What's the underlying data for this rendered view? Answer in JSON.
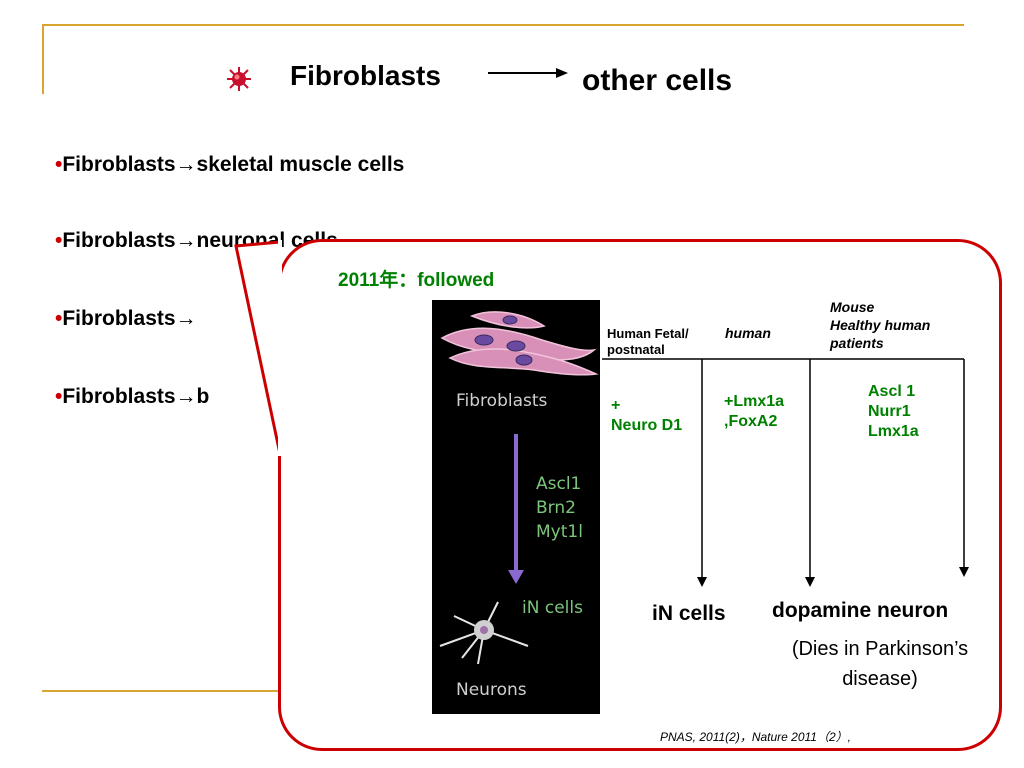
{
  "slide": {
    "title_left": "Fibroblasts",
    "title_right": "other cells",
    "bullet_marker": "•",
    "bullets": [
      "Fibroblasts→skeletal muscle cells",
      "Fibroblasts→neuronal cells",
      "Fibroblasts→",
      "Fibroblasts→b"
    ]
  },
  "callout": {
    "heading": "2011年：followed",
    "photo": {
      "top_label": "Fibroblasts",
      "factors": [
        "Ascl1",
        "Brn2",
        "Myt1l"
      ],
      "arrow_label": "iN cells",
      "bottom_label": "Neurons"
    },
    "columns": {
      "col1_header": [
        "Human Fetal/",
        "postnatal"
      ],
      "col2_header": "human",
      "col3_header": [
        "Mouse",
        "Healthy human",
        "patients"
      ]
    },
    "factors": {
      "col1": [
        "+",
        "Neuro D1"
      ],
      "col2": [
        "+Lmx1a",
        ",FoxA2"
      ],
      "col3": [
        "Ascl 1",
        "Nurr1",
        "Lmx1a"
      ]
    },
    "outcomes": {
      "in_cells": "iN cells",
      "dopamine": "dopamine neuron",
      "note_line1": "(Dies in Parkinson’s",
      "note_line2": "disease)"
    },
    "citation": "PNAS, 2011(2)，Nature 2011（2）,"
  },
  "colors": {
    "accent_gold": "#d8a531",
    "callout_border": "#cc0000",
    "heading_green": "#008000"
  }
}
